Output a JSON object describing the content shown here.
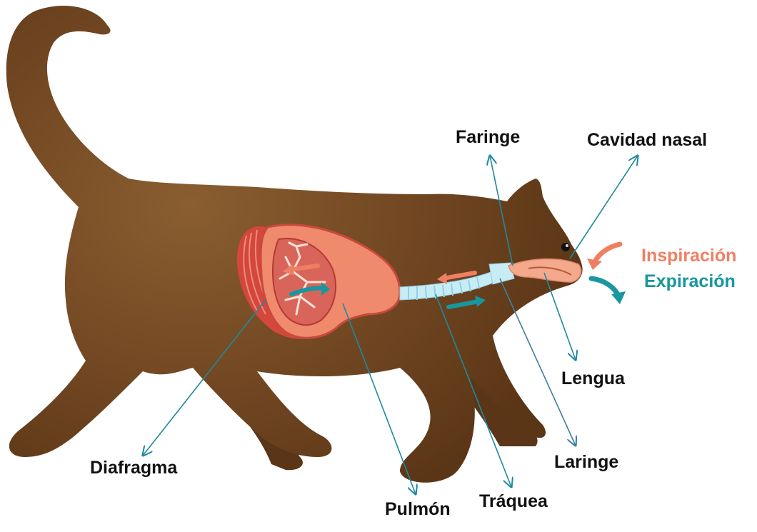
{
  "labels": {
    "faringe": "Faringe",
    "cavidad_nasal": "Cavidad nasal",
    "lengua": "Lengua",
    "laringe": "Laringe",
    "traquea": "Tráquea",
    "pulmon": "Pulmón",
    "diafragma": "Diafragma"
  },
  "legend": {
    "inspiracion": "Inspiración",
    "expiracion": "Expiración"
  },
  "colors": {
    "body": "#6b4320",
    "body_light": "#8a5e30",
    "lung": "#ef8a6c",
    "lung_dark": "#c9493c",
    "diaphragm": "#d3473d",
    "trachea": "#c8ecf6",
    "inspiration": "#ef7f62",
    "expiration": "#17979f",
    "leader_line": "#1e8a9e"
  }
}
